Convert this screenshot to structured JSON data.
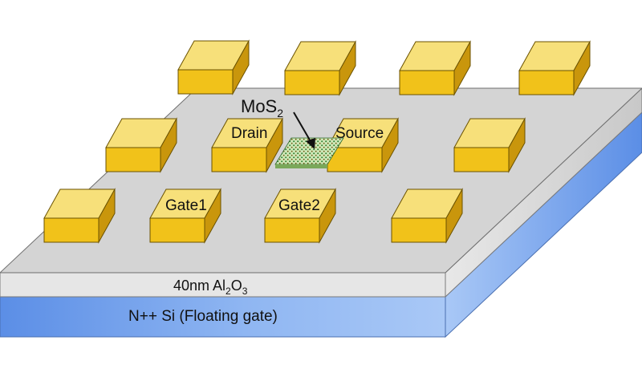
{
  "labels": {
    "mos2_base": "MoS",
    "mos2_sub": "2",
    "drain": "Drain",
    "source": "Source",
    "gate1": "Gate1",
    "gate2": "Gate2",
    "oxide_prefix": "40nm Al",
    "oxide_sub1": "2",
    "oxide_mid": "O",
    "oxide_sub2": "3",
    "substrate": "N++ Si (Floating gate)"
  },
  "colors": {
    "oxide_top": "#d4d4d4",
    "oxide_edge": "#e6e6e6",
    "substrate_light": "#a9c8f6",
    "substrate_dark": "#5b8ee6",
    "gold_top": "#f7e07a",
    "gold_front": "#f1c21a",
    "gold_side": "#c9960c",
    "mos2_green": "#3a8a3a"
  },
  "icons": {
    "mos2": "mos2-lattice-icon",
    "arrow": "arrow-down-icon"
  }
}
